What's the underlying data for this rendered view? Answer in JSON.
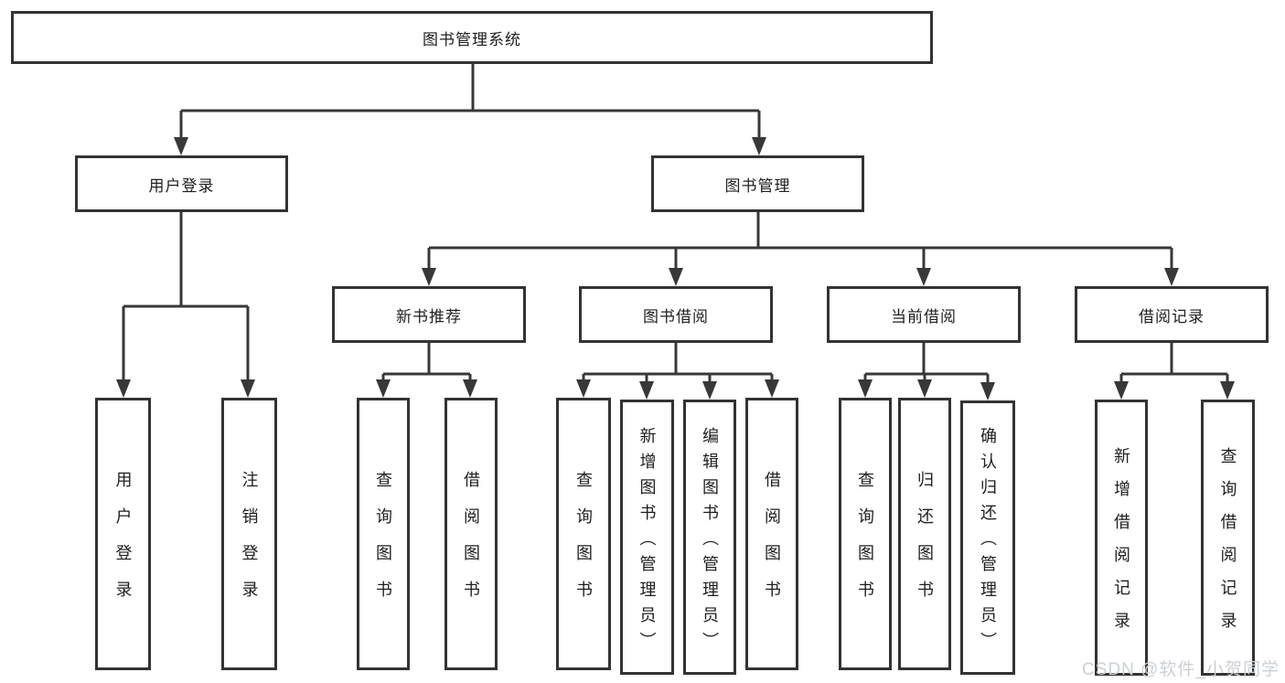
{
  "tree": {
    "label": "图书管理系统",
    "children": [
      {
        "label": "用户登录",
        "children": [
          {
            "label": "用户登录"
          },
          {
            "label": "注销登录"
          }
        ]
      },
      {
        "label": "图书管理",
        "children": [
          {
            "label": "新书推荐",
            "children": [
              {
                "label": "查询图书"
              },
              {
                "label": "借阅图书"
              }
            ]
          },
          {
            "label": "图书借阅",
            "children": [
              {
                "label": "查询图书"
              },
              {
                "label": "新增图书（管理员）"
              },
              {
                "label": "编辑图书（管理员）"
              },
              {
                "label": "借阅图书"
              }
            ]
          },
          {
            "label": "当前借阅",
            "children": [
              {
                "label": "查询图书"
              },
              {
                "label": "归还图书"
              },
              {
                "label": "确认归还（管理员）"
              }
            ]
          },
          {
            "label": "借阅记录",
            "children": [
              {
                "label": "新增借阅记录"
              },
              {
                "label": "查询借阅记录"
              }
            ]
          }
        ]
      }
    ]
  },
  "watermark": {
    "text": "CSDN @软件_小贺同学"
  },
  "colors": {
    "line": "#383838",
    "box_border": "#333333",
    "text": "#1e1e1e",
    "watermark": "#ccd0d4",
    "background": "#ffffff"
  }
}
